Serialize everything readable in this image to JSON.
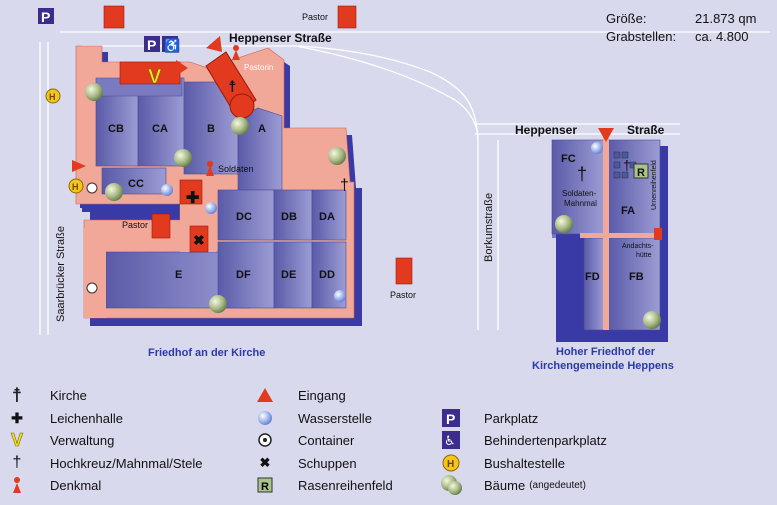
{
  "info": {
    "size_label": "Größe:",
    "size_value": "21.873 qm",
    "graves_label": "Grabstellen:",
    "graves_value": "ca. 4.800"
  },
  "streets": {
    "heppenser_top": "Heppenser Straße",
    "heppenser_right_1": "Heppenser",
    "heppenser_right_2": "Straße",
    "borkum": "Borkumstraße",
    "saarbruecker": "Saarbrücker Straße"
  },
  "left_cemetery": {
    "title": "Friedhof an der Kirche",
    "fields": [
      "CB",
      "CA",
      "B",
      "A",
      "CC",
      "DC",
      "DB",
      "DA",
      "E",
      "DF",
      "DE",
      "DD"
    ],
    "pastorin": "Pastorin",
    "soldaten": "Soldaten",
    "pastor_inner": "Pastor"
  },
  "right_cemetery": {
    "title_1": "Hoher Friedhof der",
    "title_2": "Kirchengemeinde Heppens",
    "fields": [
      "FC",
      "FA",
      "FD",
      "FB"
    ],
    "mahnmal_1": "Soldaten-",
    "mahnmal_2": "Mahnmal",
    "urnen": "Urnenreihenfeld",
    "huette_1": "Andachts-",
    "huette_2": "hütte"
  },
  "pastor_labels": {
    "top": "Pastor",
    "right": "Pastor"
  },
  "legend": {
    "col1": [
      "Kirche",
      "Leichenhalle",
      "Verwaltung",
      "Hochkreuz/Mahnmal/Stele",
      "Denkmal"
    ],
    "col2": [
      "Eingang",
      "Wasserstelle",
      "Container",
      "Schuppen",
      "Rasenreihenfeld"
    ],
    "col3": [
      "Parkplatz",
      "Behindertenparkplatz",
      "Bushaltestelle"
    ],
    "trees_label": "Bäume",
    "trees_note": "(angedeutet)"
  },
  "colors": {
    "background": "#d9d9ee",
    "grave_field": "#6f6fb8",
    "path": "#f4a99a",
    "shadow": "#3a3aa6",
    "red": "#e23a1e",
    "parking": "#3c2c8c"
  }
}
